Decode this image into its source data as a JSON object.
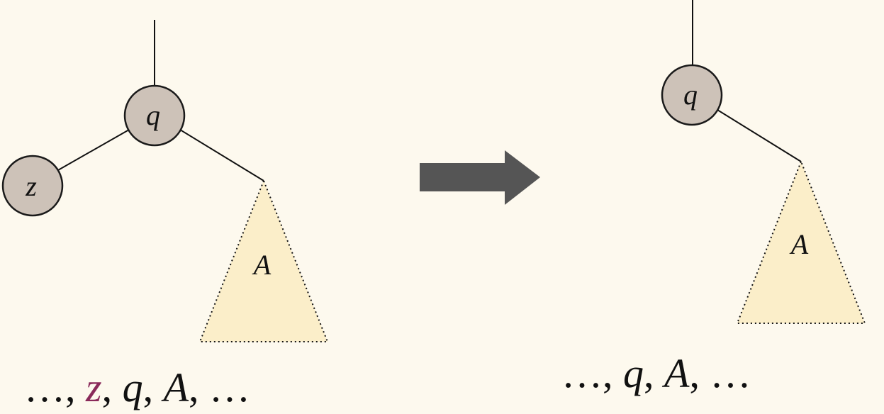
{
  "colors": {
    "background": "#fdf9ee",
    "node_fill": "#cdc2b8",
    "node_stroke": "#1a1a1a",
    "subtree_fill": "#fbeec9",
    "arrow": "#555555",
    "highlight": "#8a2a5a"
  },
  "before": {
    "node_q": "q",
    "node_z": "z",
    "subtree": "A",
    "sequence": {
      "prefix": "…",
      "items": [
        "z",
        "q",
        "A"
      ],
      "suffix": "…",
      "highlighted_item": "z"
    }
  },
  "after": {
    "node_q": "q",
    "subtree": "A",
    "sequence": {
      "prefix": "…",
      "items": [
        "q",
        "A"
      ],
      "suffix": "…"
    }
  },
  "arrow_icon": "right-arrow-icon"
}
